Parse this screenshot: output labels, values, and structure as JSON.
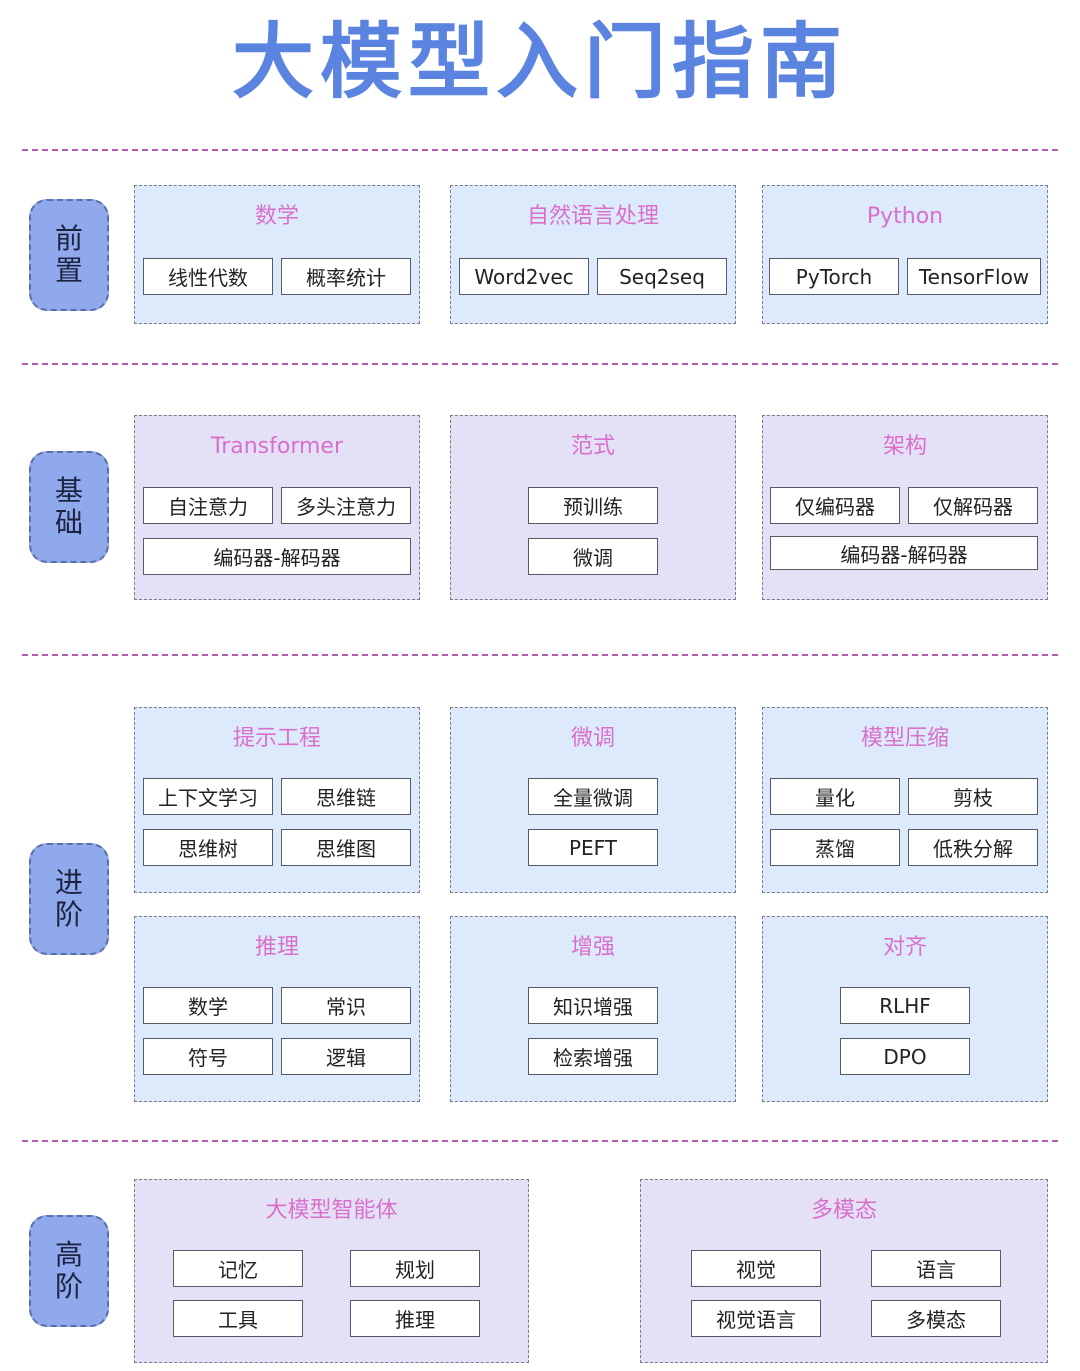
{
  "title": "大模型入门指南",
  "stages": {
    "qianzhi": [
      "前",
      "置"
    ],
    "jichu": [
      "基",
      "础"
    ],
    "jinjie": [
      "进",
      "阶"
    ],
    "gaojie": [
      "高",
      "阶"
    ]
  },
  "panels": {
    "math": {
      "title": "数学",
      "items": [
        "线性代数",
        "概率统计"
      ]
    },
    "nlp": {
      "title": "自然语言处理",
      "items": [
        "Word2vec",
        "Seq2seq"
      ]
    },
    "python": {
      "title": "Python",
      "items": [
        "PyTorch",
        "TensorFlow"
      ]
    },
    "transformer": {
      "title": "Transformer",
      "items": [
        "自注意力",
        "多头注意力",
        "编码器-解码器"
      ]
    },
    "paradigm": {
      "title": "范式",
      "items": [
        "预训练",
        "微调"
      ]
    },
    "arch": {
      "title": "架构",
      "items": [
        "仅编码器",
        "仅解码器",
        "编码器-解码器"
      ]
    },
    "prompt": {
      "title": "提示工程",
      "items": [
        "上下文学习",
        "思维链",
        "思维树",
        "思维图"
      ]
    },
    "finetune": {
      "title": "微调",
      "items": [
        "全量微调",
        "PEFT"
      ]
    },
    "compress": {
      "title": "模型压缩",
      "items": [
        "量化",
        "剪枝",
        "蒸馏",
        "低秩分解"
      ]
    },
    "reasoning": {
      "title": "推理",
      "items": [
        "数学",
        "常识",
        "符号",
        "逻辑"
      ]
    },
    "augment": {
      "title": "增强",
      "items": [
        "知识增强",
        "检索增强"
      ]
    },
    "align": {
      "title": "对齐",
      "items": [
        "RLHF",
        "DPO"
      ]
    },
    "agent": {
      "title": "大模型智能体",
      "items": [
        "记忆",
        "规划",
        "工具",
        "推理"
      ]
    },
    "multimodal": {
      "title": "多模态",
      "items": [
        "视觉",
        "语言",
        "视觉语言",
        "多模态"
      ]
    }
  },
  "colors": {
    "title": "#5b83e0",
    "panel_title": "#d96fcb",
    "separator": "#b55ab0",
    "stage_fill": "#8fa9ec",
    "panel_blue": "#ddeafb",
    "panel_lavender": "#e4e1f7"
  }
}
